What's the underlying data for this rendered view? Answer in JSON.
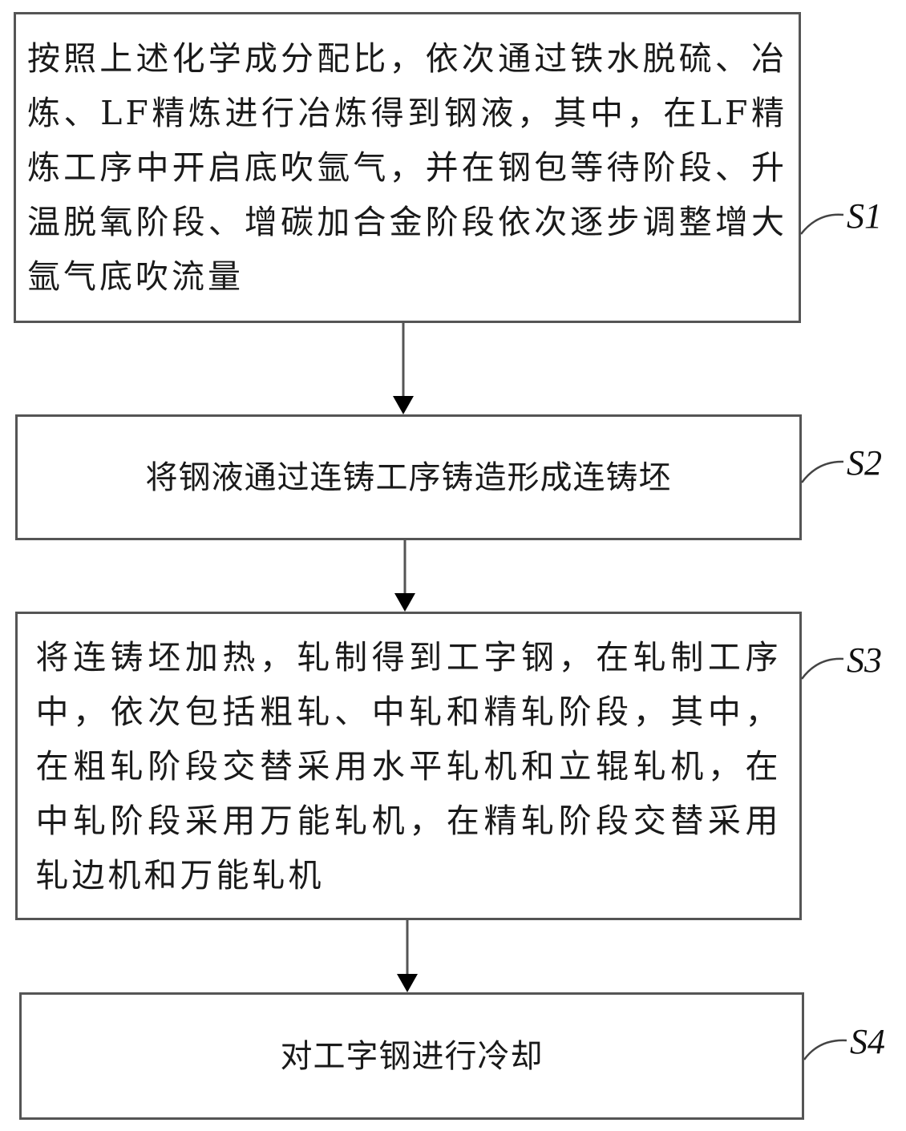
{
  "flowchart": {
    "steps": [
      {
        "id": "S1",
        "label": "S1",
        "text": "按照上述化学成分配比，依次通过铁水脱硫、冶炼、LF精炼进行冶炼得到钢液，其中，在LF精炼工序中开启底吹氩气，并在钢包等待阶段、升温脱氧阶段、增碳加合金阶段依次逐步调整增大氩气底吹流量"
      },
      {
        "id": "S2",
        "label": "S2",
        "text": "将钢液通过连铸工序铸造形成连铸坯"
      },
      {
        "id": "S3",
        "label": "S3",
        "text": "将连铸坯加热，轧制得到工字钢，在轧制工序中，依次包括粗轧、中轧和精轧阶段，其中，在粗轧阶段交替采用水平轧机和立辊轧机，在中轧阶段采用万能轧机，在精轧阶段交替采用轧边机和万能轧机"
      },
      {
        "id": "S4",
        "label": "S4",
        "text": "对工字钢进行冷却"
      }
    ],
    "connections": [
      {
        "from": "S1",
        "to": "S2"
      },
      {
        "from": "S2",
        "to": "S3"
      },
      {
        "from": "S3",
        "to": "S4"
      }
    ],
    "colors": {
      "box_border": "#555555",
      "arrow": "#111111",
      "text": "#1a1a1a"
    }
  }
}
